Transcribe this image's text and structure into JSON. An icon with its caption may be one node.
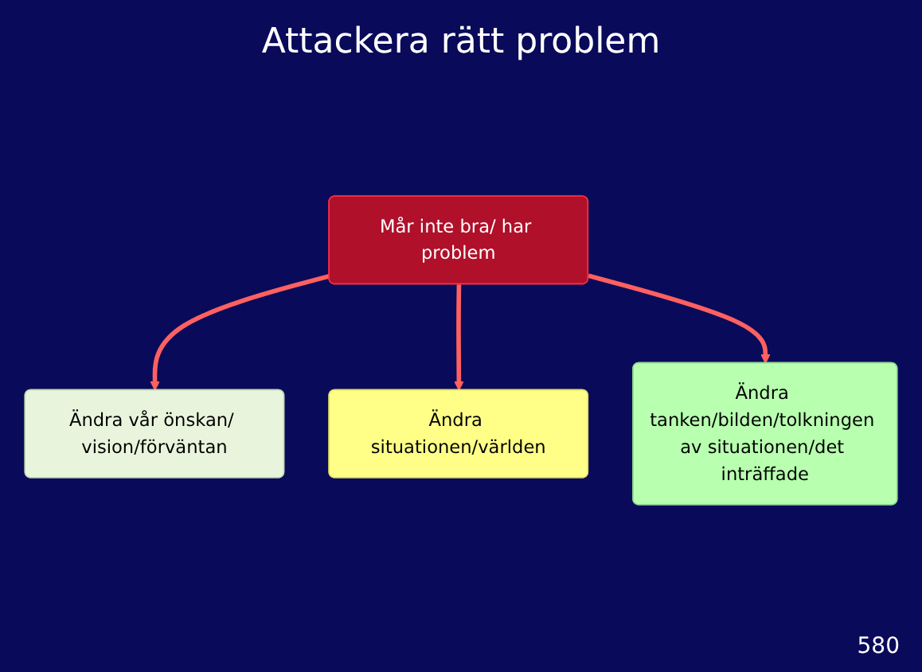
{
  "diagram": {
    "title": "Attackera rätt problem",
    "nodes": [
      {
        "text": [
          "Mår inte bra/ har problem"
        ]
      },
      {
        "text": [
          "Ändra vår önskan/ vision/förväntan"
        ]
      },
      {
        "text": [
          "Ändra situationen/världen"
        ]
      },
      {
        "text": [
          "Ändra tanken/bilden/tolkningen av situationen/det inträffade"
        ]
      }
    ],
    "edges": [
      {
        "from": 0,
        "to": 1,
        "arrow": "to"
      },
      {
        "from": 0,
        "to": 2,
        "arrow": "to"
      },
      {
        "from": 0,
        "to": 3,
        "arrow": "to"
      }
    ],
    "labels": [
      "580"
    ]
  }
}
